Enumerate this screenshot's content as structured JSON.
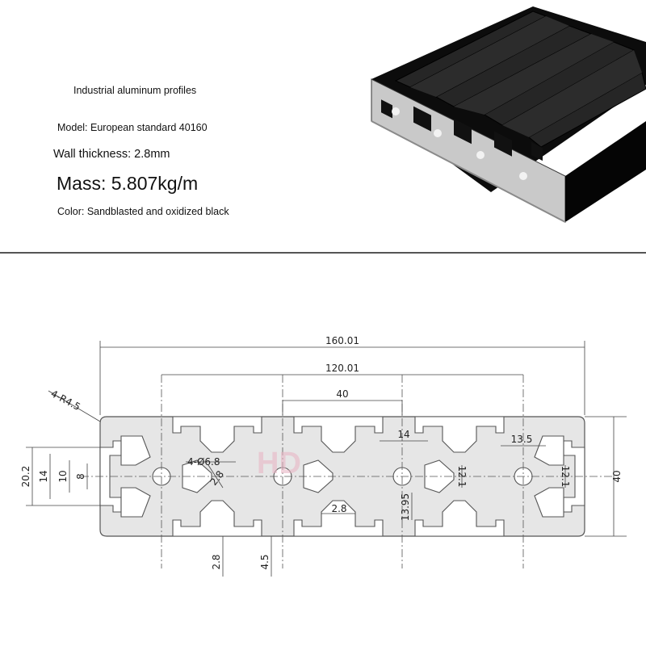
{
  "product": {
    "title": "Industrial aluminum profiles",
    "model": "Model: European standard 40160",
    "wall_thickness": "Wall thickness: 2.8mm",
    "mass": "Mass: 5.807kg/m",
    "color": "Color: Sandblasted and oxidized black"
  },
  "drawing": {
    "dims": {
      "overall_width": "160.01",
      "slot_pitch_total": "120.01",
      "module": "40",
      "corner_radius": "4-R4.5",
      "hole": "4-Ø6.8",
      "web_thickness": "2.8",
      "bottom_wall": "2.8",
      "lip_thickness": "4.5",
      "center_opening": "2.8",
      "slot_height_left": "20.2",
      "slot_inner_14": "14",
      "slot_inner_10": "10",
      "slot_inner_8": "8",
      "core_width_14": "14",
      "core_width_13_5": "13.5",
      "core_height_a": "12.1",
      "core_height_b": "12.1",
      "core_offset": "13.95",
      "overall_height": "40"
    },
    "watermark": "HD"
  },
  "colors": {
    "profile_render": "#1a1a1a",
    "section_fill": "#e6e6e6",
    "section_stroke": "#555555",
    "watermark": "#e8b7c5"
  }
}
